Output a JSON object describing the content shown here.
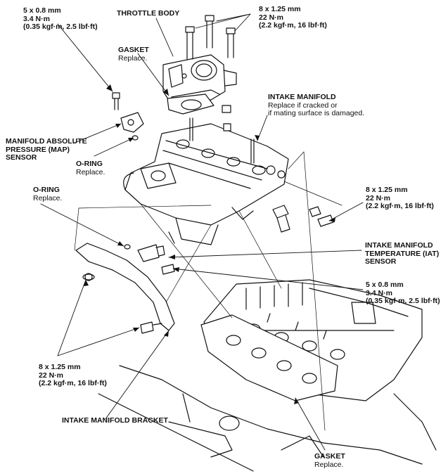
{
  "labels": {
    "map_spec": {
      "l1": "5 x 0.8 mm",
      "l2": "3.4 N·m",
      "l3": "(0.35 kgf·m, 2.5 lbf·ft)"
    },
    "throttle_body": "THROTTLE BODY",
    "tb_spec": {
      "l1": "8 x 1.25 mm",
      "l2": "22 N·m",
      "l3": "(2.2 kgf·m, 16 lbf·ft)"
    },
    "gasket_top": {
      "title": "GASKET",
      "note": "Replace."
    },
    "intake_manifold": {
      "title": "INTAKE MANIFOLD",
      "n1": "Replace if cracked or",
      "n2": "if mating surface is damaged."
    },
    "map_sensor": {
      "l1": "MANIFOLD ABSOLUTE",
      "l2": "PRESSURE (MAP)",
      "l3": "SENSOR"
    },
    "oring_1": {
      "title": "O-RING",
      "note": "Replace."
    },
    "oring_2": {
      "title": "O-RING",
      "note": "Replace."
    },
    "right_spec_1": {
      "l1": "8 x 1.25 mm",
      "l2": "22 N·m",
      "l3": "(2.2 kgf·m, 16 lbf·ft)"
    },
    "iat_sensor": {
      "l1": "INTAKE MANIFOLD",
      "l2": "TEMPERATURE (IAT)",
      "l3": "SENSOR"
    },
    "iat_spec": {
      "l1": "5 x 0.8 mm",
      "l2": "3.4 N·m",
      "l3": "(0.35 kgf·m, 2.5 lbf·ft)"
    },
    "bracket_spec": {
      "l1": "8 x 1.25 mm",
      "l2": "22 N·m",
      "l3": "(2.2 kgf·m, 16 lbf·ft)"
    },
    "bracket": "INTAKE MANIFOLD BRACKET",
    "gasket_bottom": {
      "title": "GASKET",
      "note": "Replace."
    }
  }
}
